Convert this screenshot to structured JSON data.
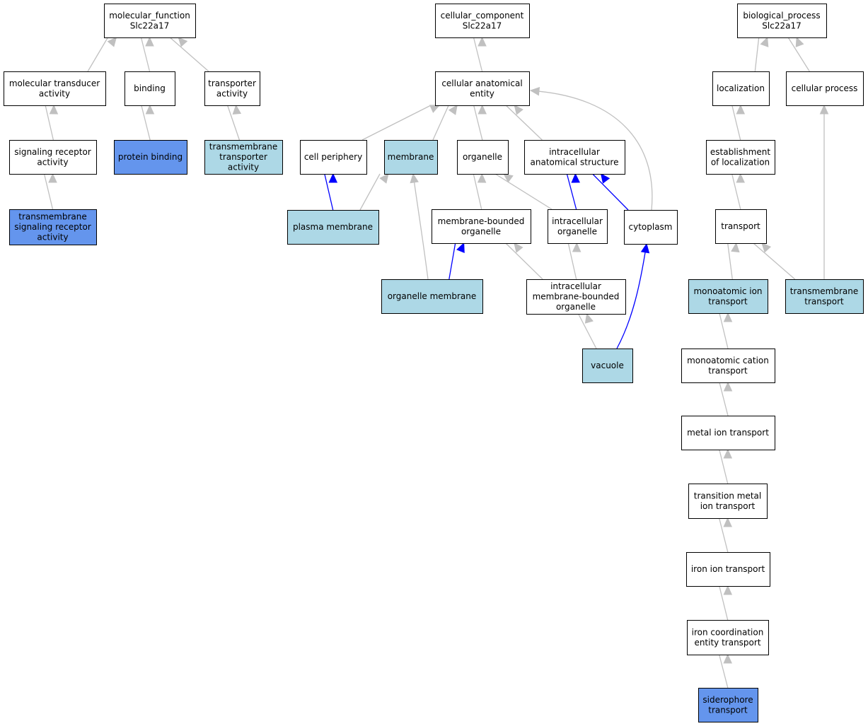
{
  "colors": {
    "node_default": "#ffffff",
    "node_light": "#add8e6",
    "node_dark": "#6495ed",
    "edge_gray": "#c0c0c0",
    "edge_blue": "#0000ff"
  },
  "nodes": [
    {
      "id": "mf_root",
      "lines": [
        "molecular_function",
        "Slc22a17"
      ],
      "fill": "node_default"
    },
    {
      "id": "mol_transducer",
      "lines": [
        "molecular transducer",
        "activity"
      ],
      "fill": "node_default"
    },
    {
      "id": "binding",
      "lines": [
        "binding"
      ],
      "fill": "node_default"
    },
    {
      "id": "transporter_activity",
      "lines": [
        "transporter",
        "activity"
      ],
      "fill": "node_default"
    },
    {
      "id": "signaling_receptor",
      "lines": [
        "signaling receptor",
        "activity"
      ],
      "fill": "node_default"
    },
    {
      "id": "protein_binding",
      "lines": [
        "protein binding"
      ],
      "fill": "node_dark"
    },
    {
      "id": "tm_transporter_activity",
      "lines": [
        "transmembrane",
        "transporter",
        "activity"
      ],
      "fill": "node_light"
    },
    {
      "id": "tm_signaling_receptor",
      "lines": [
        "transmembrane",
        "signaling receptor",
        "activity"
      ],
      "fill": "node_dark"
    },
    {
      "id": "cc_root",
      "lines": [
        "cellular_component",
        "Slc22a17"
      ],
      "fill": "node_default"
    },
    {
      "id": "cell_anat_entity",
      "lines": [
        "cellular anatomical",
        "entity"
      ],
      "fill": "node_default"
    },
    {
      "id": "cell_periphery",
      "lines": [
        "cell periphery"
      ],
      "fill": "node_default"
    },
    {
      "id": "membrane",
      "lines": [
        "membrane"
      ],
      "fill": "node_light"
    },
    {
      "id": "organelle",
      "lines": [
        "organelle"
      ],
      "fill": "node_default"
    },
    {
      "id": "intracell_anat_struct",
      "lines": [
        "intracellular",
        "anatomical structure"
      ],
      "fill": "node_default"
    },
    {
      "id": "plasma_membrane",
      "lines": [
        "plasma membrane"
      ],
      "fill": "node_light"
    },
    {
      "id": "mb_organelle",
      "lines": [
        "membrane-bounded",
        "organelle"
      ],
      "fill": "node_default"
    },
    {
      "id": "intracell_organelle",
      "lines": [
        "intracellular",
        "organelle"
      ],
      "fill": "node_default"
    },
    {
      "id": "cytoplasm",
      "lines": [
        "cytoplasm"
      ],
      "fill": "node_default"
    },
    {
      "id": "organelle_membrane",
      "lines": [
        "organelle membrane"
      ],
      "fill": "node_light"
    },
    {
      "id": "intracell_mb_organelle",
      "lines": [
        "intracellular",
        "membrane-bounded",
        "organelle"
      ],
      "fill": "node_default"
    },
    {
      "id": "vacuole",
      "lines": [
        "vacuole"
      ],
      "fill": "node_light"
    },
    {
      "id": "bp_root",
      "lines": [
        "biological_process",
        "Slc22a17"
      ],
      "fill": "node_default"
    },
    {
      "id": "localization",
      "lines": [
        "localization"
      ],
      "fill": "node_default"
    },
    {
      "id": "cellular_process",
      "lines": [
        "cellular process"
      ],
      "fill": "node_default"
    },
    {
      "id": "est_localization",
      "lines": [
        "establishment",
        "of localization"
      ],
      "fill": "node_default"
    },
    {
      "id": "transport",
      "lines": [
        "transport"
      ],
      "fill": "node_default"
    },
    {
      "id": "monoatomic_ion_transport",
      "lines": [
        "monoatomic ion",
        "transport"
      ],
      "fill": "node_light"
    },
    {
      "id": "tm_transport",
      "lines": [
        "transmembrane",
        "transport"
      ],
      "fill": "node_light"
    },
    {
      "id": "monoatomic_cation_transport",
      "lines": [
        "monoatomic cation",
        "transport"
      ],
      "fill": "node_default"
    },
    {
      "id": "metal_ion_transport",
      "lines": [
        "metal ion transport"
      ],
      "fill": "node_default"
    },
    {
      "id": "transition_metal_ion_transport",
      "lines": [
        "transition metal",
        "ion transport"
      ],
      "fill": "node_default"
    },
    {
      "id": "iron_ion_transport",
      "lines": [
        "iron ion transport"
      ],
      "fill": "node_default"
    },
    {
      "id": "iron_coord_entity_transport",
      "lines": [
        "iron coordination",
        "entity transport"
      ],
      "fill": "node_default"
    },
    {
      "id": "siderophore_transport",
      "lines": [
        "siderophore",
        "transport"
      ],
      "fill": "node_dark"
    }
  ],
  "edges": [
    {
      "from": "mol_transducer",
      "to": "mf_root",
      "color": "edge_gray"
    },
    {
      "from": "binding",
      "to": "mf_root",
      "color": "edge_gray"
    },
    {
      "from": "transporter_activity",
      "to": "mf_root",
      "color": "edge_gray"
    },
    {
      "from": "signaling_receptor",
      "to": "mol_transducer",
      "color": "edge_gray"
    },
    {
      "from": "protein_binding",
      "to": "binding",
      "color": "edge_gray"
    },
    {
      "from": "tm_transporter_activity",
      "to": "transporter_activity",
      "color": "edge_gray"
    },
    {
      "from": "tm_signaling_receptor",
      "to": "signaling_receptor",
      "color": "edge_gray"
    },
    {
      "from": "cell_anat_entity",
      "to": "cc_root",
      "color": "edge_gray"
    },
    {
      "from": "cell_periphery",
      "to": "cell_anat_entity",
      "color": "edge_gray"
    },
    {
      "from": "membrane",
      "to": "cell_anat_entity",
      "color": "edge_gray"
    },
    {
      "from": "organelle",
      "to": "cell_anat_entity",
      "color": "edge_gray"
    },
    {
      "from": "intracell_anat_struct",
      "to": "cell_anat_entity",
      "color": "edge_gray"
    },
    {
      "from": "cytoplasm",
      "to": "cell_anat_entity",
      "color": "edge_gray"
    },
    {
      "from": "plasma_membrane",
      "to": "cell_periphery",
      "color": "edge_blue"
    },
    {
      "from": "plasma_membrane",
      "to": "membrane",
      "color": "edge_gray"
    },
    {
      "from": "organelle_membrane",
      "to": "membrane",
      "color": "edge_gray"
    },
    {
      "from": "mb_organelle",
      "to": "organelle",
      "color": "edge_gray"
    },
    {
      "from": "intracell_organelle",
      "to": "organelle",
      "color": "edge_gray"
    },
    {
      "from": "intracell_organelle",
      "to": "intracell_anat_struct",
      "color": "edge_blue"
    },
    {
      "from": "cytoplasm",
      "to": "intracell_anat_struct",
      "color": "edge_blue"
    },
    {
      "from": "organelle_membrane",
      "to": "mb_organelle",
      "color": "edge_blue"
    },
    {
      "from": "intracell_mb_organelle",
      "to": "mb_organelle",
      "color": "edge_gray"
    },
    {
      "from": "intracell_mb_organelle",
      "to": "intracell_organelle",
      "color": "edge_gray"
    },
    {
      "from": "vacuole",
      "to": "intracell_mb_organelle",
      "color": "edge_gray"
    },
    {
      "from": "vacuole",
      "to": "cytoplasm",
      "color": "edge_blue"
    },
    {
      "from": "localization",
      "to": "bp_root",
      "color": "edge_gray"
    },
    {
      "from": "cellular_process",
      "to": "bp_root",
      "color": "edge_gray"
    },
    {
      "from": "est_localization",
      "to": "localization",
      "color": "edge_gray"
    },
    {
      "from": "transport",
      "to": "est_localization",
      "color": "edge_gray"
    },
    {
      "from": "monoatomic_ion_transport",
      "to": "transport",
      "color": "edge_gray"
    },
    {
      "from": "tm_transport",
      "to": "transport",
      "color": "edge_gray"
    },
    {
      "from": "tm_transport",
      "to": "cellular_process",
      "color": "edge_gray"
    },
    {
      "from": "monoatomic_cation_transport",
      "to": "monoatomic_ion_transport",
      "color": "edge_gray"
    },
    {
      "from": "metal_ion_transport",
      "to": "monoatomic_cation_transport",
      "color": "edge_gray"
    },
    {
      "from": "transition_metal_ion_transport",
      "to": "metal_ion_transport",
      "color": "edge_gray"
    },
    {
      "from": "iron_ion_transport",
      "to": "transition_metal_ion_transport",
      "color": "edge_gray"
    },
    {
      "from": "iron_coord_entity_transport",
      "to": "iron_ion_transport",
      "color": "edge_gray"
    },
    {
      "from": "siderophore_transport",
      "to": "iron_coord_entity_transport",
      "color": "edge_gray"
    }
  ]
}
